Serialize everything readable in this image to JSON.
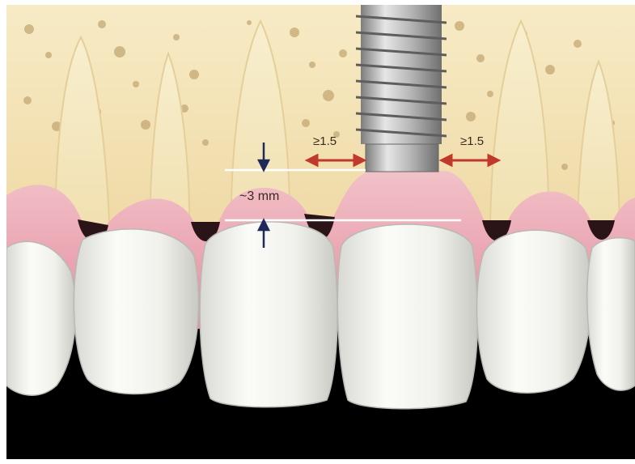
{
  "diagram": {
    "labels": {
      "vertical_distance": "~3 mm",
      "left_horizontal_distance": "≥1.5",
      "right_horizontal_distance": "≥1.5"
    },
    "colors": {
      "bone": "#f3e2b4",
      "bone_pores": "#c9ad7c",
      "gingiva": "#eaa9b4",
      "teeth": "#f4f4f1",
      "implant": "#b5b5b5",
      "background": "#000000",
      "measure_arrow_vertical": "#1f2a5a",
      "measure_arrow_horizontal": "#c0392b",
      "reference_line": "#ffffff"
    }
  }
}
